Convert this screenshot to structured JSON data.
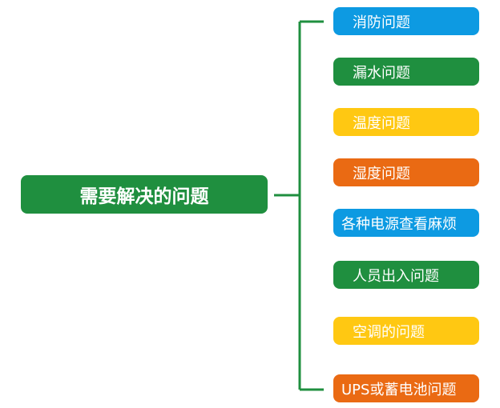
{
  "root": {
    "label": "需要解决的问题"
  },
  "branches": [
    {
      "label": "消防问题",
      "color": "#0d9ae2"
    },
    {
      "label": "漏水问题",
      "color": "#1f8f3f"
    },
    {
      "label": "温度问题",
      "color": "#ffc812"
    },
    {
      "label": "湿度问题",
      "color": "#ea6a13"
    },
    {
      "label": "各种电源查看麻烦",
      "color": "#0d9ae2"
    },
    {
      "label": "人员出入问题",
      "color": "#1f8f3f"
    },
    {
      "label": "空调的问题",
      "color": "#ffc812"
    },
    {
      "label": "UPS或蓄电池问题",
      "color": "#ea6a13"
    }
  ],
  "connector_color": "#1f8f3f"
}
